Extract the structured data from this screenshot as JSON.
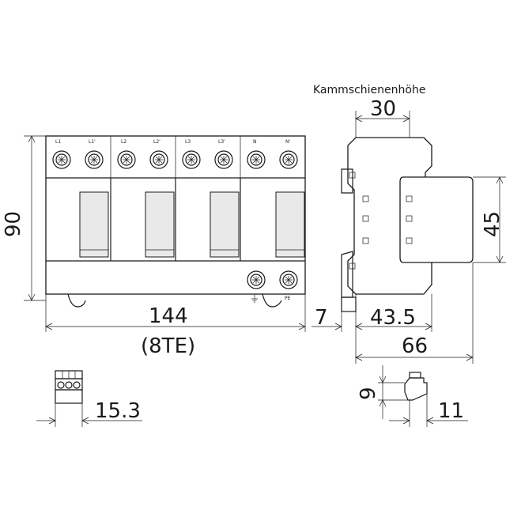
{
  "dimensions": {
    "height_total": "90",
    "width_total": "144",
    "width_modules": "(8TE)",
    "comb_height_label": "Kammschienenhöhe",
    "comb_height": "30",
    "side_height": "45",
    "side_offset": "7",
    "side_depth": "43.5",
    "side_total_depth": "66",
    "connector_width": "15.3",
    "clip_height": "9",
    "clip_width": "11"
  },
  "terminals": {
    "top": [
      "L1",
      "L1'",
      "L2",
      "L2'",
      "L3",
      "L3'",
      "N",
      "N'"
    ],
    "pe": "PE"
  }
}
